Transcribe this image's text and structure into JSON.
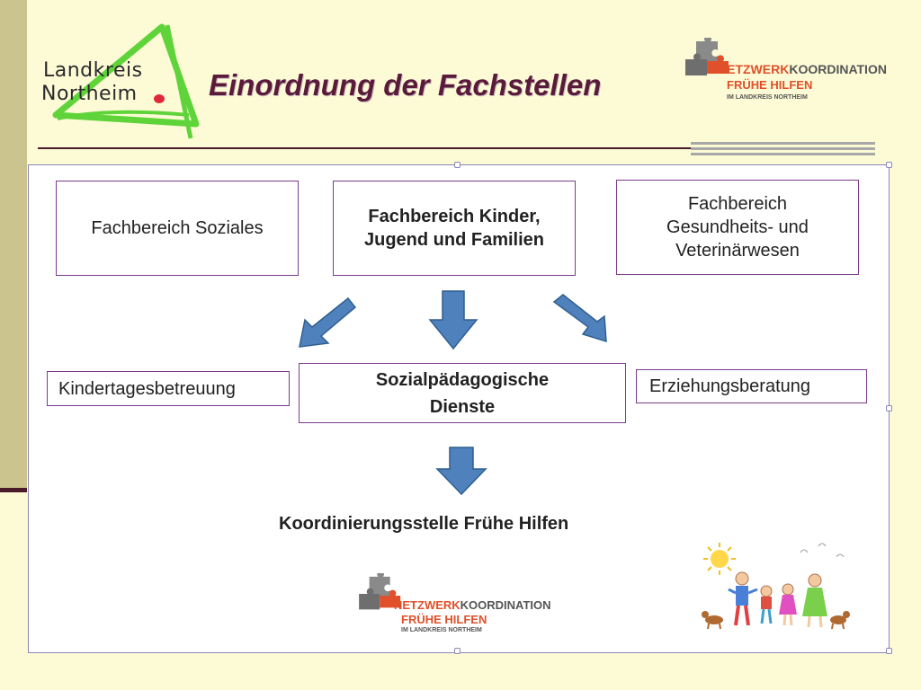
{
  "header": {
    "logo_left": {
      "line1": "Landkreis",
      "line2": "Northeim"
    },
    "title": "Einordnung der Fachstellen",
    "logo_right": {
      "netzwerk": "NETZWERK",
      "koordination": "KOORDINATION",
      "fruehe_hilfen": "FRÜHE HILFEN",
      "landkreis": "IM LANDKREIS NORTHEIM"
    }
  },
  "diagram": {
    "top_boxes": [
      {
        "label": "Fachbereich Soziales"
      },
      {
        "label": "Fachbereich Kinder, Jugend und Familien"
      },
      {
        "label": "Fachbereich Gesundheits- und Veterinärwesen"
      }
    ],
    "middle_boxes": [
      {
        "label": "Kindertagesbetreuung"
      },
      {
        "label": "Sozialpädagogische Dienste"
      },
      {
        "label": "Erziehungsberatung"
      }
    ],
    "bottom_label": "Koordinierungsstelle Frühe Hilfen"
  },
  "footer_logo": {
    "netzwerk": "NETZWERK",
    "koordination": "KOORDINATION",
    "fruehe_hilfen": "FRÜHE HILFEN",
    "landkreis": "IM LANDKREIS NORTHEIM"
  },
  "colors": {
    "background": "#fdfbd6",
    "title": "#5a1a3a",
    "box_border": "#7a3b8c",
    "arrow_fill": "#4f81bd",
    "arrow_stroke": "#2f5f8f",
    "logo_green": "#5fd43a",
    "logo_orange": "#e0502a"
  },
  "icons": [
    "landkreis-triangle-logo",
    "puzzle-icon",
    "family-drawing"
  ]
}
